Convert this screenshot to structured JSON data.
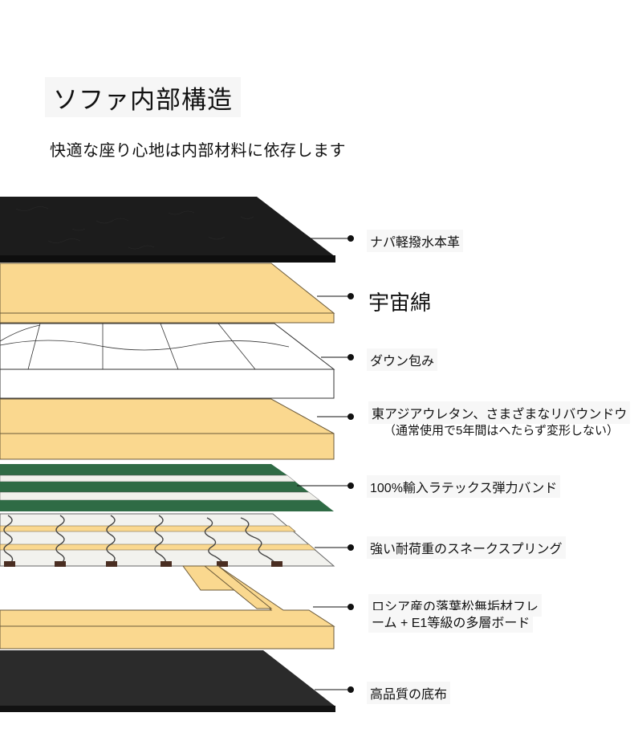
{
  "title": "ソファ内部構造",
  "subtitle": "快適な座り心地は内部材料に依存します",
  "colors": {
    "leather": "#1b1b1b",
    "foam": "#fad88f",
    "foam_edge": "#6b5a3a",
    "band_green": "#2f6b45",
    "band_white": "#f1f1ec",
    "spring_layer": "#f2f2ee",
    "base_fabric": "#2b2b2b"
  },
  "layers": [
    {
      "id": "leather",
      "label": "ナパ軽撥水本革"
    },
    {
      "id": "space-cotton",
      "label": "宇宙綿"
    },
    {
      "id": "down-wrap",
      "label": "ダウン包み"
    },
    {
      "id": "urethane",
      "label": "東アジアウレタン、さまざまなリバウンドウ",
      "note": "（通常使用で5年間はへたらず変形しない）"
    },
    {
      "id": "latex-band",
      "label": "100%輸入ラテックス弾力バンド"
    },
    {
      "id": "spring",
      "label": "強い耐荷重のスネークスプリング"
    },
    {
      "id": "frame",
      "label_line1": "ロシア産の落葉松無垢材フレ",
      "label_line2": "ーム + E1等級の多層ボード"
    },
    {
      "id": "base",
      "label": "高品質の底布"
    }
  ]
}
